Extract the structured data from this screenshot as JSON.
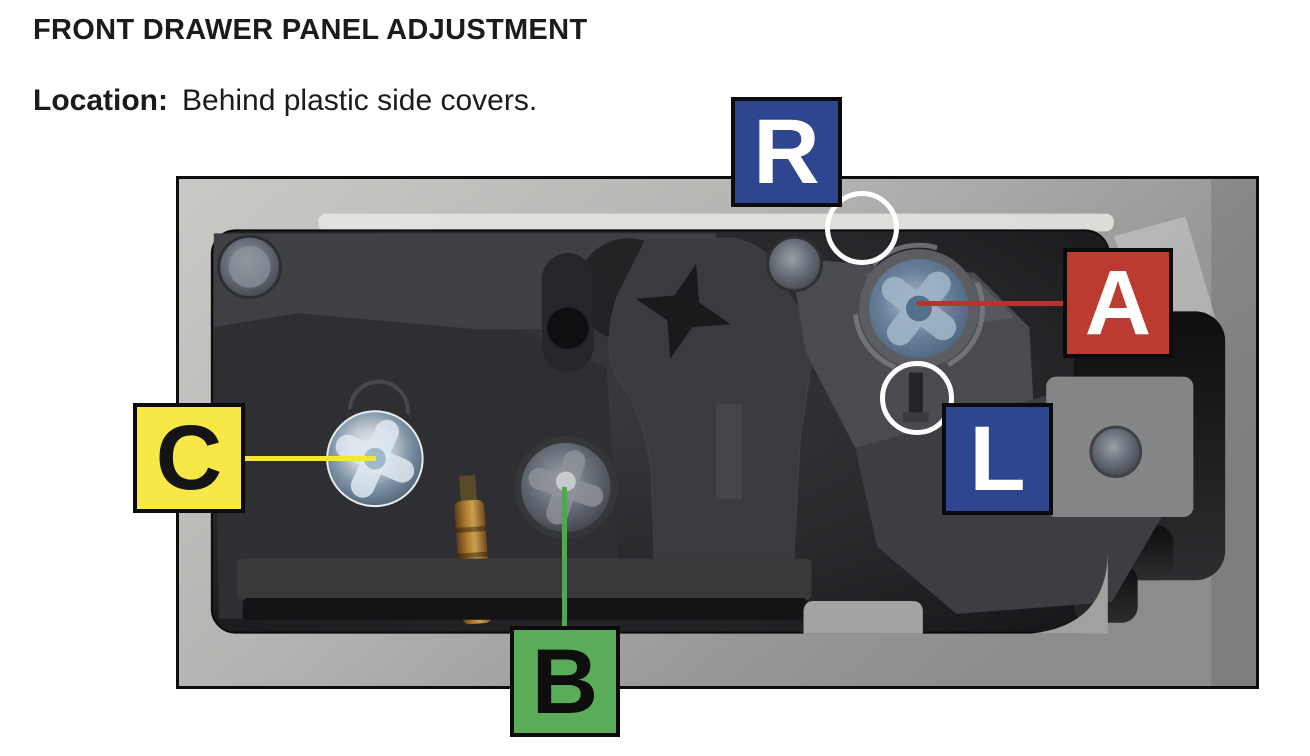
{
  "page": {
    "title": "FRONT DRAWER PANEL ADJUSTMENT"
  },
  "location": {
    "label": "Location:",
    "text": "Behind plastic side covers."
  },
  "photo": {
    "alt": "Photograph of drawer front-panel latch mechanism behind the plastic side cover",
    "panel_color": "#c7c5c2",
    "border_color": "#0d0d0d"
  },
  "callouts": {
    "R": {
      "letter": "R",
      "bg": "#2E4590",
      "fg": "#FFFFFF"
    },
    "A": {
      "letter": "A",
      "bg": "#BC3A31",
      "fg": "#FFFFFF"
    },
    "L": {
      "letter": "L",
      "bg": "#2E4590",
      "fg": "#FFFFFF"
    },
    "C": {
      "letter": "C",
      "bg": "#F7E747",
      "fg": "#141414"
    },
    "B": {
      "letter": "B",
      "bg": "#5BAC59",
      "fg": "#0E0E0E"
    }
  },
  "leaders": {
    "a_line_color": "#B23530",
    "c_line_color": "#F2E53E",
    "b_line_color": "#53A651",
    "circle_color": "#FFFFFF"
  }
}
